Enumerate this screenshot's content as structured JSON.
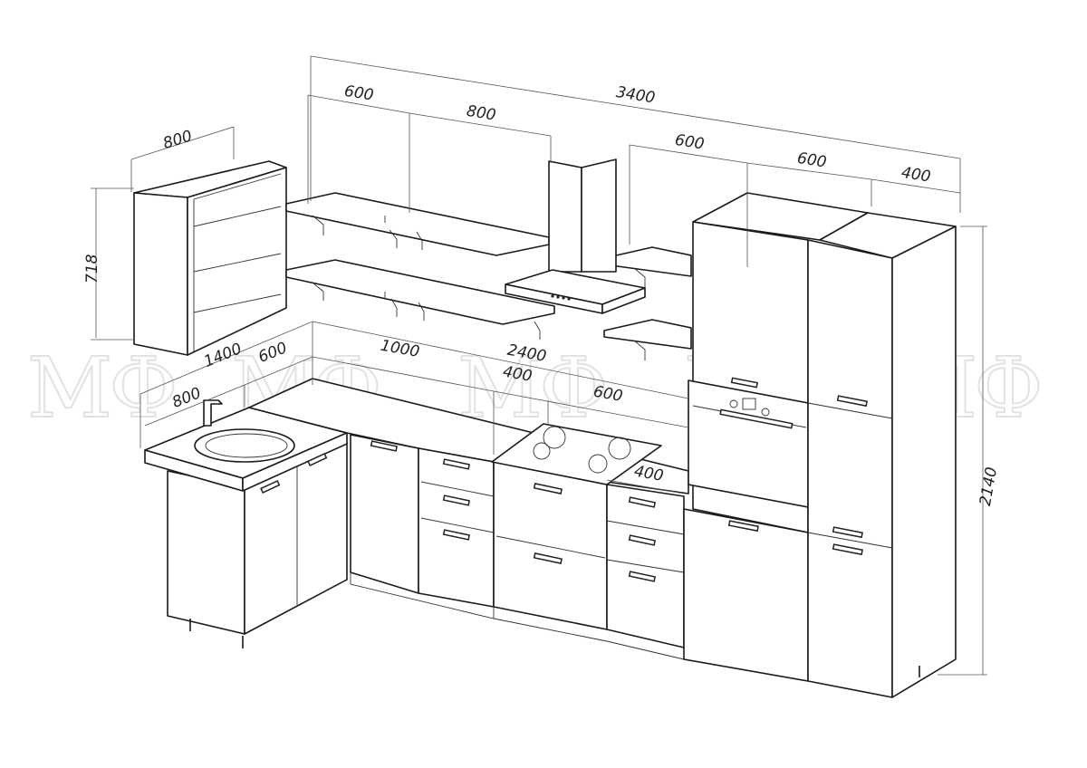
{
  "title": "Kitchen set technical drawing",
  "watermark": "МФ",
  "dimensions": {
    "wall_cabinet_width": "800",
    "wall_cabinet_height": "718",
    "shelf_1": "600",
    "shelf_2": "800",
    "overall_top": "3400",
    "shelf_3": "600",
    "tall_1": "600",
    "tall_2": "400",
    "overall_height": "2140",
    "corner_side": "1400",
    "corner_600": "600",
    "base_1000": "1000",
    "base_run": "2400",
    "base_400": "400",
    "hob_600": "600",
    "sink_800": "800",
    "drawer_400": "400"
  }
}
